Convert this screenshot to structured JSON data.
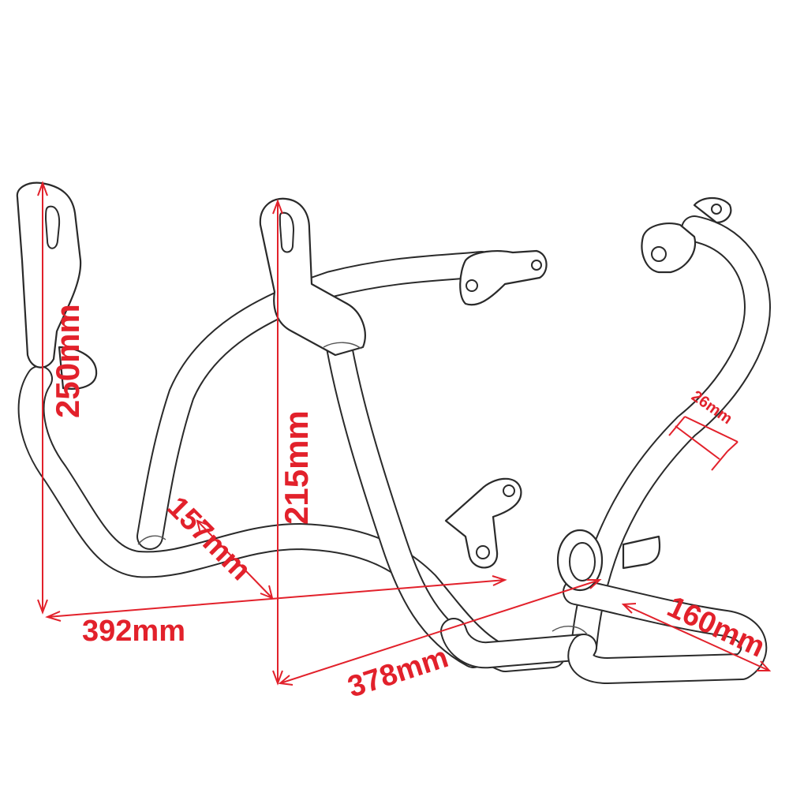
{
  "diagram": {
    "colors": {
      "dimension": "#e2212b",
      "outline": "#2a2a2a",
      "background": "#ffffff"
    },
    "dimensions": {
      "height_left": "250mm",
      "height_center": "215mm",
      "diagonal_inner": "157mm",
      "tube_diameter": "26mm",
      "width_left": "392mm",
      "width_right": "378mm",
      "depth_right": "160mm"
    }
  }
}
